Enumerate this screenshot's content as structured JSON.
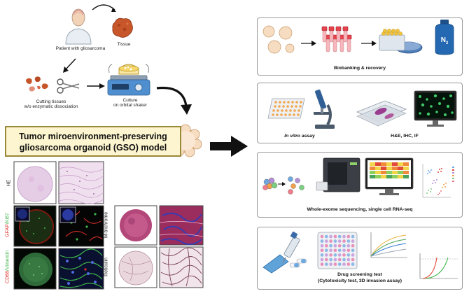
{
  "top": {
    "patient_label": "Patient with gliosarcoma",
    "tissue_label": "Tissue",
    "cutting_label_1": "Cutting tissues",
    "cutting_label_2": "w/o enzymatic dissociation",
    "culture_label_1": "Culture",
    "culture_label_2": "on orbital shaker"
  },
  "model": {
    "title_line_1": "Tumor miroenvironment-preserving",
    "title_line_2": "gliosarcoma organoid (GSO) model"
  },
  "stains": {
    "he": "HE",
    "gfap": "GFAP",
    "ki67": "/Ki67",
    "cd68": "CD68",
    "vimentin": "/Vimentin",
    "mtrichrome": "M-trichrome",
    "reticulin": "Reticulin"
  },
  "panels": {
    "biobanking": "Biobanking & recovery",
    "n2_label": "N",
    "n2_sub": "2",
    "invitro": "In vitro",
    "invitro_suffix": " assay",
    "staining": "H&E, IHC, IF",
    "sequencing": "Whole-exome sequencing, single cell RNA-seq",
    "drug_line_1": "Drug screening test",
    "drug_line_2": "(Cytotoxicity test, 3D invasion assay)"
  },
  "colors": {
    "title_bg": "#fdf5cf",
    "title_border": "#9a8a3a",
    "organoid": "#f6dcc0",
    "tissue": "#c7562b",
    "gfap_red": "#e0302a",
    "ki67_green": "#3fb54a",
    "cd68_red": "#e0302a",
    "vimentin_green": "#3fb54a",
    "he_pink": "#e6cde6",
    "trichrome_blue": "#3a3ab0",
    "ln2_blue": "#2368b0"
  }
}
